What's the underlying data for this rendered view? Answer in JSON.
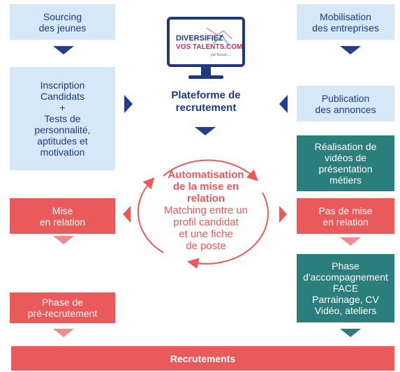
{
  "boxes": {
    "sourcing": "Sourcing\ndes jeunes",
    "mobilisation": "Mobilisation\ndes entreprises",
    "inscription": "Inscription\nCandidats\n+\nTests de\npersonnalité,\naptitudes et\nmotivation",
    "publication": "Publication\ndes annonces",
    "realisation": "Réalisation de\nvidéos de\nprésentation\nmétiers",
    "mise_relation": "Mise\nen relation",
    "pas_mise_relation": "Pas de mise\nen relation",
    "phase_accompagnement": "Phase\nd'accompagnement\nFACE\nParrainage, CV\nVidéo, ateliers",
    "pre_recrutement": "Phase de\npré-recrutement",
    "recrutements": "Recrutements"
  },
  "platform": {
    "label": "Plateforme de\nrecrutement",
    "logo_line1": "DIVERSIFIEZ",
    "logo_line2": "VOS TALENTS.COM",
    "logo_tagline": "par Nissan ..."
  },
  "center": {
    "title": "Automatisation\nde la mise en\nrelation",
    "body": "Matching entre un\nprofil candidat\net une fiche\nde poste"
  },
  "colors": {
    "light_box": "#d6e8f8",
    "navy_text": "#1f3a7a",
    "red": "#ea5a5a",
    "light_red_arrow": "#f08c8c",
    "teal": "#2a7f7c"
  }
}
